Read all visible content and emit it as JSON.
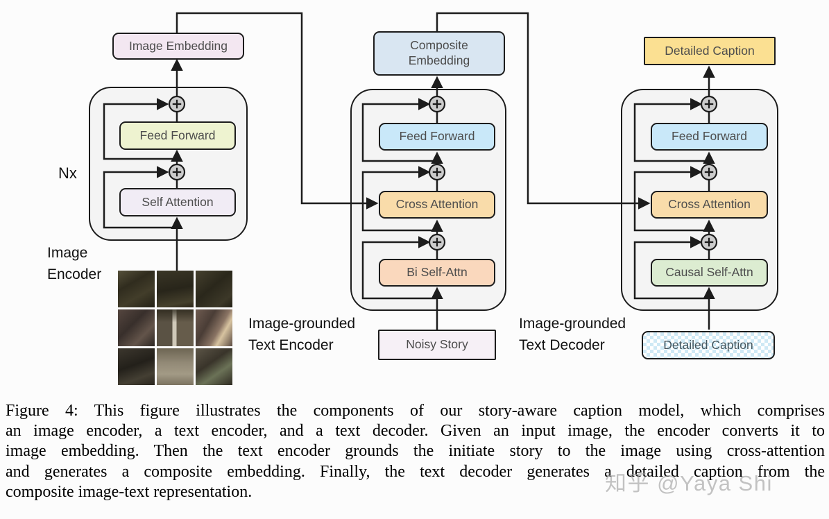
{
  "colors": {
    "line": "#1c1c1c",
    "module_fill": "#f4f4f4",
    "add_node_fill": "#cccccc",
    "image_embedding_fill": "#f3e7f1",
    "encoder_feed_forward_fill": "#eef3d0",
    "self_attention_fill": "#f1ecf5",
    "composite_embedding_fill": "#d9e6f2",
    "feed_forward_fill": "#c9e8f9",
    "cross_attention_fill": "#f9dcaa",
    "bi_self_attn_fill": "#fad8bd",
    "causal_self_attn_fill": "#dcecd1",
    "detailed_caption_fill": "#fbe092",
    "noisy_story_fill": "#f6f0f6",
    "caption_checker_fill": "#cfe9f5"
  },
  "diagram": {
    "image_encoder": {
      "repeat_label": "Nx",
      "column_label": [
        "Image",
        "Encoder"
      ],
      "output_box": [
        "Image Embedding"
      ],
      "blocks": [
        "Feed Forward",
        "Self Attention"
      ]
    },
    "text_encoder": {
      "column_label": [
        "Image-grounded",
        "Text Encoder"
      ],
      "output_box": [
        "Composite",
        "Embedding"
      ],
      "blocks": [
        "Feed Forward",
        "Cross Attention",
        "Bi Self-Attn"
      ],
      "input_box": [
        "Noisy Story"
      ]
    },
    "text_decoder": {
      "column_label": [
        "Image-grounded",
        "Text Decoder"
      ],
      "output_box": [
        "Detailed Caption"
      ],
      "blocks": [
        "Feed Forward",
        "Cross Attention",
        "Causal Self-Attn"
      ],
      "input_box": [
        "Detailed Caption"
      ]
    }
  },
  "caption": {
    "lines": [
      "Figure 4: This figure illustrates the components of our story-aware caption model, which comprises",
      "an image encoder, a text encoder, and a text decoder. Given an input image, the encoder converts it to",
      "image embedding. Then the text encoder grounds the initiate story to the image using cross-attention",
      "and generates a composite embedding. Finally, the text decoder generates a detailed caption from the",
      "composite image-text representation."
    ]
  },
  "watermark": "知乎 @Yaya Shi"
}
